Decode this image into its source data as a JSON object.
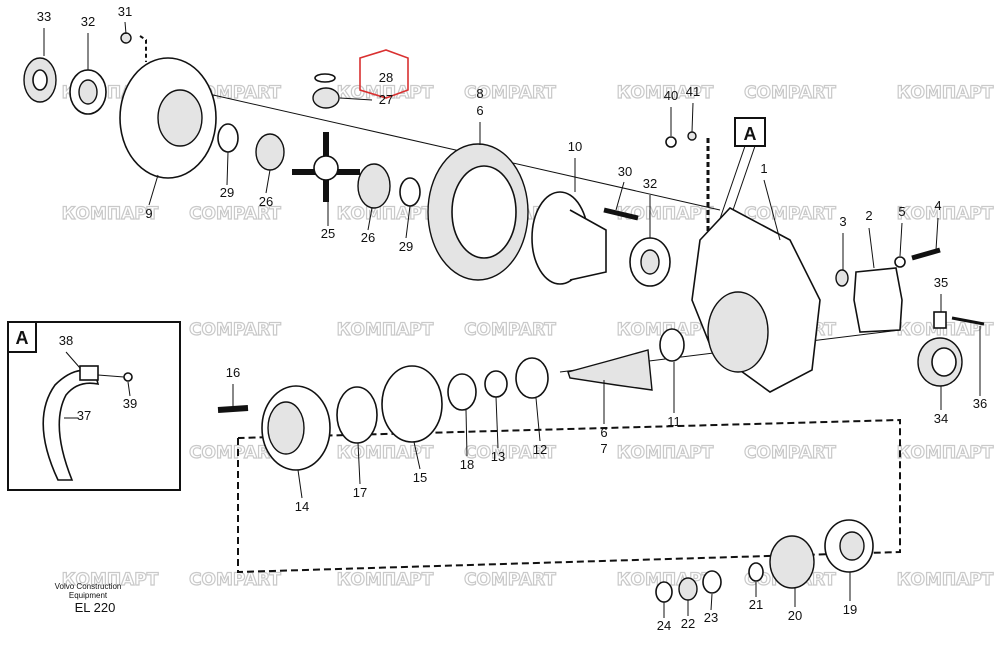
{
  "diagram": {
    "detail_callout": "A",
    "inset_box_label": "A",
    "caption": {
      "line1": "Volvo Construction",
      "line2": "Equipment",
      "code": "EL 220"
    },
    "highlighted_part": "28",
    "watermarks": [
      "КОМПАРТ",
      "COMPART"
    ],
    "highlight_color": "#d93030",
    "labels": [
      "33",
      "32",
      "31",
      "28",
      "27",
      "9",
      "29",
      "26",
      "25",
      "26",
      "29",
      "8",
      "6",
      "10",
      "30",
      "32",
      "40",
      "41",
      "1",
      "3",
      "2",
      "5",
      "4",
      "35",
      "34",
      "36",
      "38",
      "39",
      "37",
      "16",
      "14",
      "17",
      "15",
      "18",
      "13",
      "12",
      "6",
      "7",
      "11",
      "24",
      "22",
      "23",
      "21",
      "20",
      "19"
    ]
  }
}
